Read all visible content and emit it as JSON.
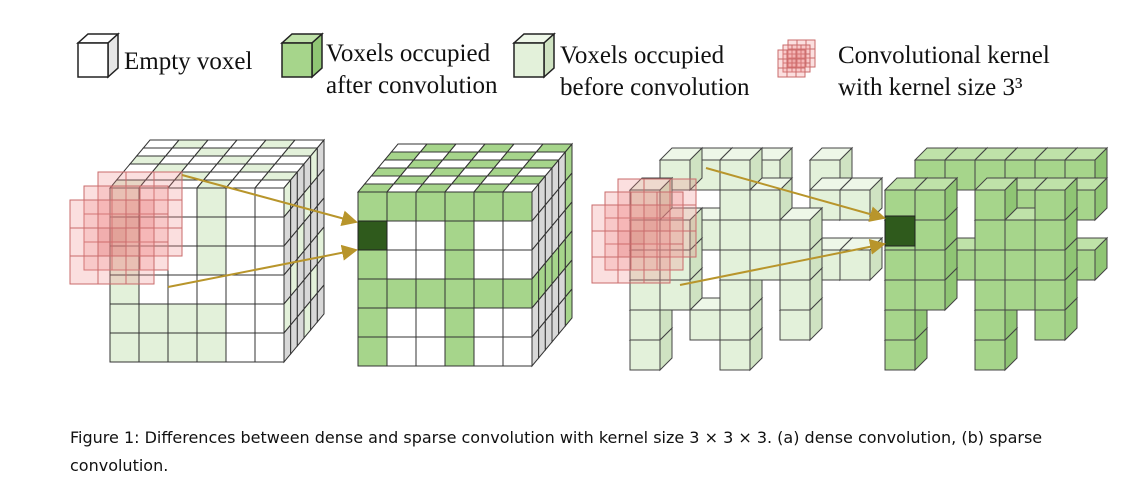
{
  "legend": [
    {
      "icon": "empty-voxel-icon",
      "lines": [
        "Empty voxel"
      ]
    },
    {
      "icon": "voxel-after-icon",
      "lines": [
        "Voxels occupied",
        "after convolution"
      ]
    },
    {
      "icon": "voxel-before-icon",
      "lines": [
        "Voxels occupied",
        "before convolution"
      ]
    },
    {
      "icon": "kernel-icon",
      "lines": [
        "Convolutional kernel",
        "with kernel size 3³"
      ]
    }
  ],
  "caption": "Figure 1: Differences between dense and sparse convolution with kernel size 3 × 3 × 3. (a) dense convolution, (b) sparse convolution.",
  "colors": {
    "empty": "#ffffff",
    "after": "#a6d58b",
    "before": "#e3f1da",
    "kernel": "#f08c8c",
    "output": "#2f5a1c",
    "arrow": "#b8952b",
    "side": "#c9c9c9"
  }
}
